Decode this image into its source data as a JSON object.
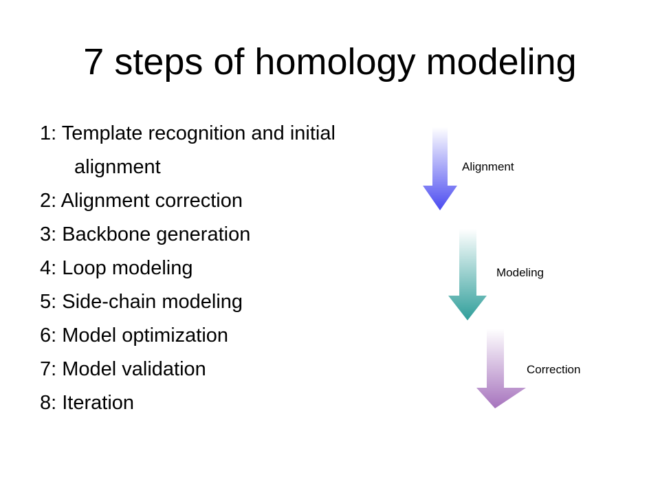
{
  "slide": {
    "title": "7 steps of homology modeling",
    "steps": [
      "1: Template recognition and initial",
      "alignment",
      "2: Alignment correction",
      "3: Backbone generation",
      "4: Loop modeling",
      "5: Side-chain modeling",
      "6: Model optimization",
      "7: Model validation",
      "8: Iteration"
    ]
  },
  "flow": {
    "stages": [
      {
        "label": "Alignment",
        "color": "#4a4af0"
      },
      {
        "label": "Modeling",
        "color": "#2f9e9a"
      },
      {
        "label": "Correction",
        "color": "#a673bd"
      }
    ]
  }
}
